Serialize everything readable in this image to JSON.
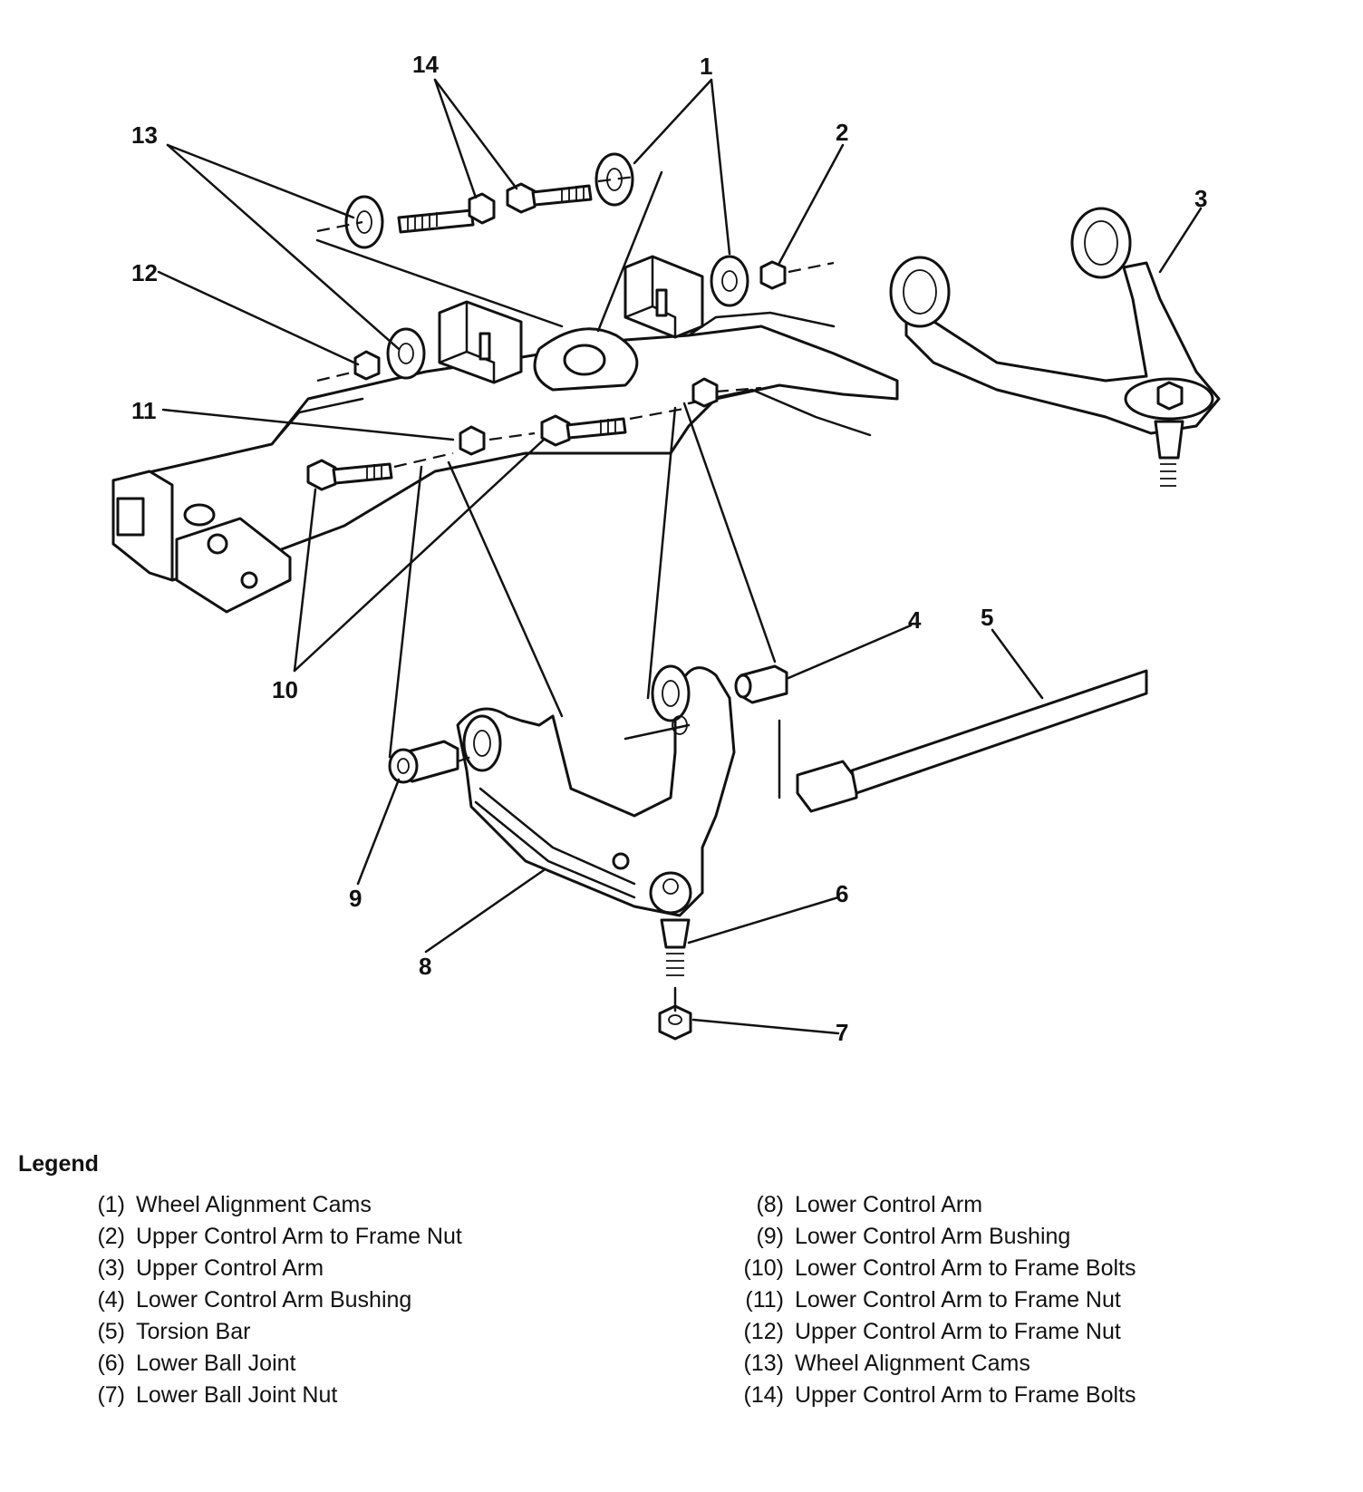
{
  "callouts": [
    "1",
    "2",
    "3",
    "4",
    "5",
    "6",
    "7",
    "8",
    "9",
    "10",
    "11",
    "12",
    "13",
    "14"
  ],
  "legend": {
    "title": "Legend",
    "left_items": [
      {
        "num": "(1)",
        "label": "Wheel Alignment Cams"
      },
      {
        "num": "(2)",
        "label": "Upper Control Arm to Frame Nut"
      },
      {
        "num": "(3)",
        "label": "Upper Control Arm"
      },
      {
        "num": "(4)",
        "label": "Lower Control Arm Bushing"
      },
      {
        "num": "(5)",
        "label": "Torsion Bar"
      },
      {
        "num": "(6)",
        "label": "Lower Ball Joint"
      },
      {
        "num": "(7)",
        "label": "Lower Ball Joint Nut"
      }
    ],
    "right_items": [
      {
        "num": "(8)",
        "label": "Lower Control Arm"
      },
      {
        "num": "(9)",
        "label": "Lower Control Arm Bushing"
      },
      {
        "num": "(10)",
        "label": "Lower Control Arm to Frame Bolts"
      },
      {
        "num": "(11)",
        "label": "Lower Control Arm to Frame Nut"
      },
      {
        "num": "(12)",
        "label": "Upper Control Arm to Frame Nut"
      },
      {
        "num": "(13)",
        "label": "Wheel Alignment Cams"
      },
      {
        "num": "(14)",
        "label": "Upper Control Arm to Frame Bolts"
      }
    ]
  }
}
